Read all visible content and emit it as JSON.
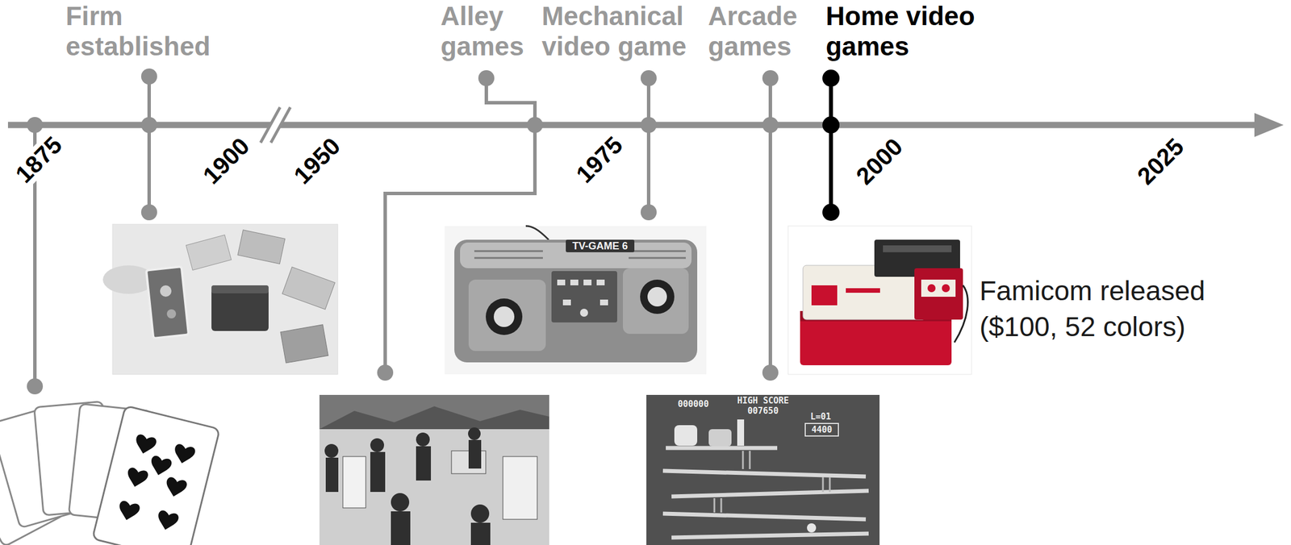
{
  "diagram": {
    "labels": [
      "Firm established",
      "Alley games",
      "Mechanical video game",
      "Arcade games",
      "Home video games",
      "1875",
      "1900",
      "1950",
      "1975",
      "2000",
      "2025",
      "Famicom released ($100, 52 colors)",
      "TV-GAME 6",
      "000000",
      "HIGH SCORE",
      "007650",
      "L=01",
      "4400"
    ]
  }
}
